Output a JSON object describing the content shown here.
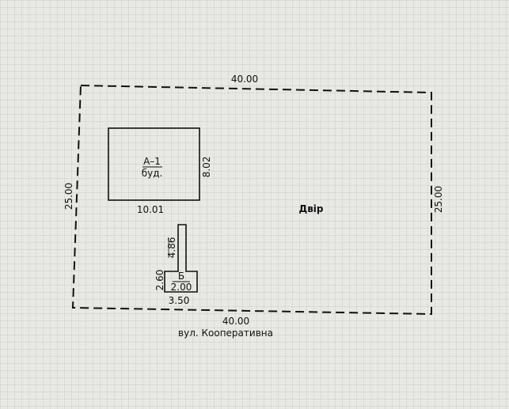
{
  "plot": {
    "top_length": "40.00",
    "bottom_length": "40.00",
    "left_length": "25.00",
    "right_length": "25.00",
    "yard_label": "Двір",
    "street_label": "вул. Кооперативна"
  },
  "building_a": {
    "code": "А–1",
    "type": "буд.",
    "width": "10.01",
    "depth": "8.02"
  },
  "building_b": {
    "code": "Б",
    "width_total": "3.50",
    "width_inner": "2.00",
    "height_lower": "2.60",
    "height_upper": "4.86"
  }
}
